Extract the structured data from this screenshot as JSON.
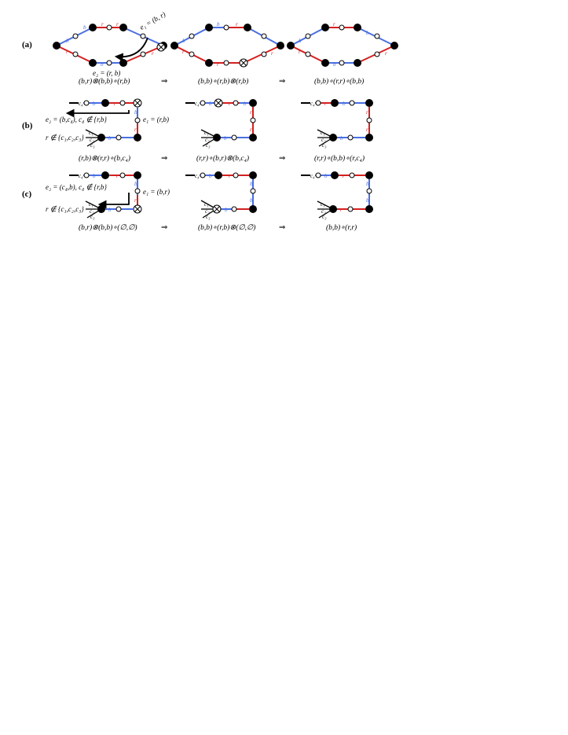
{
  "colors": {
    "blue": "#4a6fe0",
    "red": "#d42020",
    "black": "#000000"
  },
  "letters": {
    "b": "b",
    "r": "r"
  },
  "panels": [
    {
      "label": "(a)",
      "equations": [
        "(b,r)⊗(b,b)∘(r,b)",
        "(b,b)∘(r,b)⊗(r,b)",
        "(b,b)∘(r,r)∘(b,b)"
      ],
      "annotations": [
        "e₁ = (b, r)",
        "e₂ = (r, b)"
      ]
    },
    {
      "label": "(b)",
      "equations": [
        "(r,b)⊗(r,r)∘(b,c₄)",
        "(r,r)∘(b,r)⊗(b,c₄)",
        "(r,r)∘(b,b)∘(r,c₄)"
      ],
      "annotations": [
        "e₂ = (b,c₄), c₄ ∉ {r,b}",
        "e₁ = (r,b)",
        "r ∉ {c₁,c₂,c₃}"
      ],
      "chain_tag": "c₄"
    },
    {
      "label": "(c)",
      "equations": [
        "(b,r)⊗(b,b)∘(∅,∅)",
        "(b,b)∘(r,b)⊗(∅,∅)",
        "(b,b)∘(r,r)"
      ],
      "annotations": [
        "e₂ = (c₄,b), c₄ ∉ {r,b}",
        "e₁ = (b,r)",
        "r ∉ {c₁,c₂,c₃}"
      ]
    }
  ],
  "branch_tags": [
    "c₁",
    "c₂",
    "c₃"
  ],
  "implies": "⇒"
}
